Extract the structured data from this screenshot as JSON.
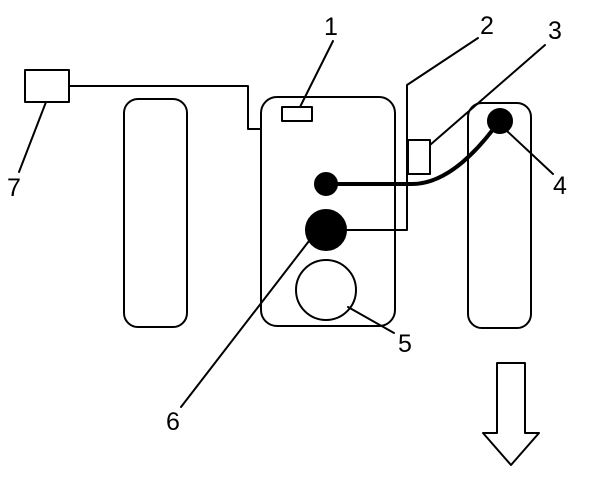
{
  "colors": {
    "background": "#ffffff",
    "stroke": "#000000",
    "fill_dark": "#000000"
  },
  "callouts": {
    "c1": "1",
    "c2": "2",
    "c3": "3",
    "c4": "4",
    "c5": "5",
    "c6": "6",
    "c7": "7"
  },
  "indicator": {
    "icon": "arrow-down-icon"
  }
}
